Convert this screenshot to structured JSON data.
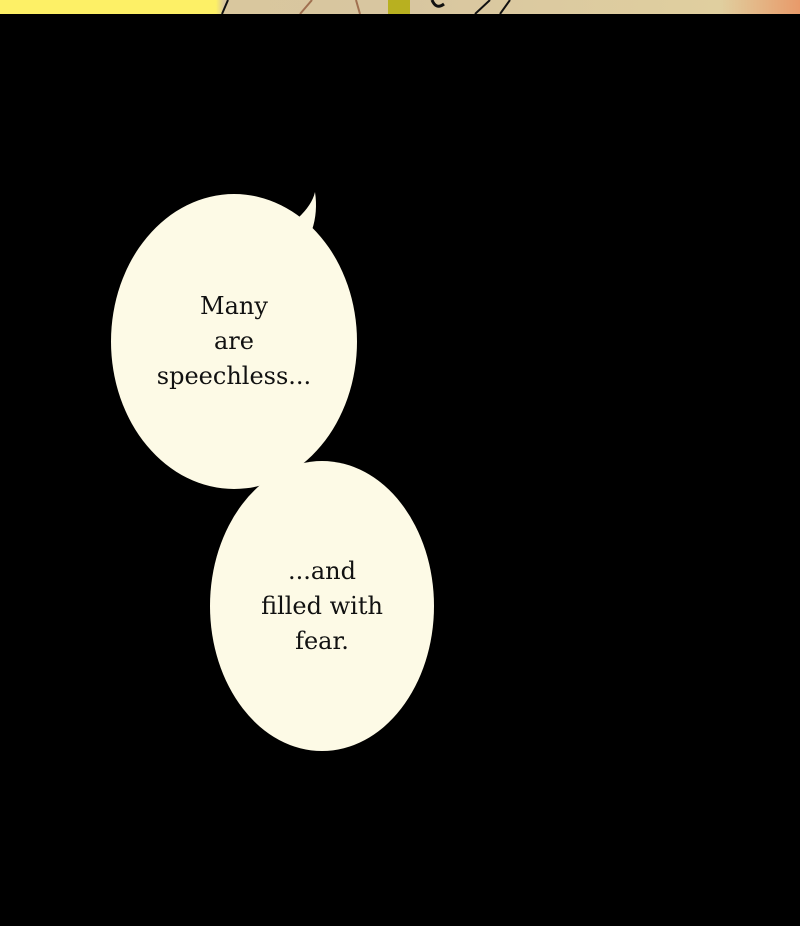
{
  "bubbles": [
    {
      "lines": [
        "Many",
        "are",
        "speechless..."
      ]
    },
    {
      "lines": [
        "...and",
        "filled with",
        "fear."
      ]
    }
  ],
  "colors": {
    "background": "#000000",
    "bubble": "#fdfae6",
    "text": "#111111"
  }
}
